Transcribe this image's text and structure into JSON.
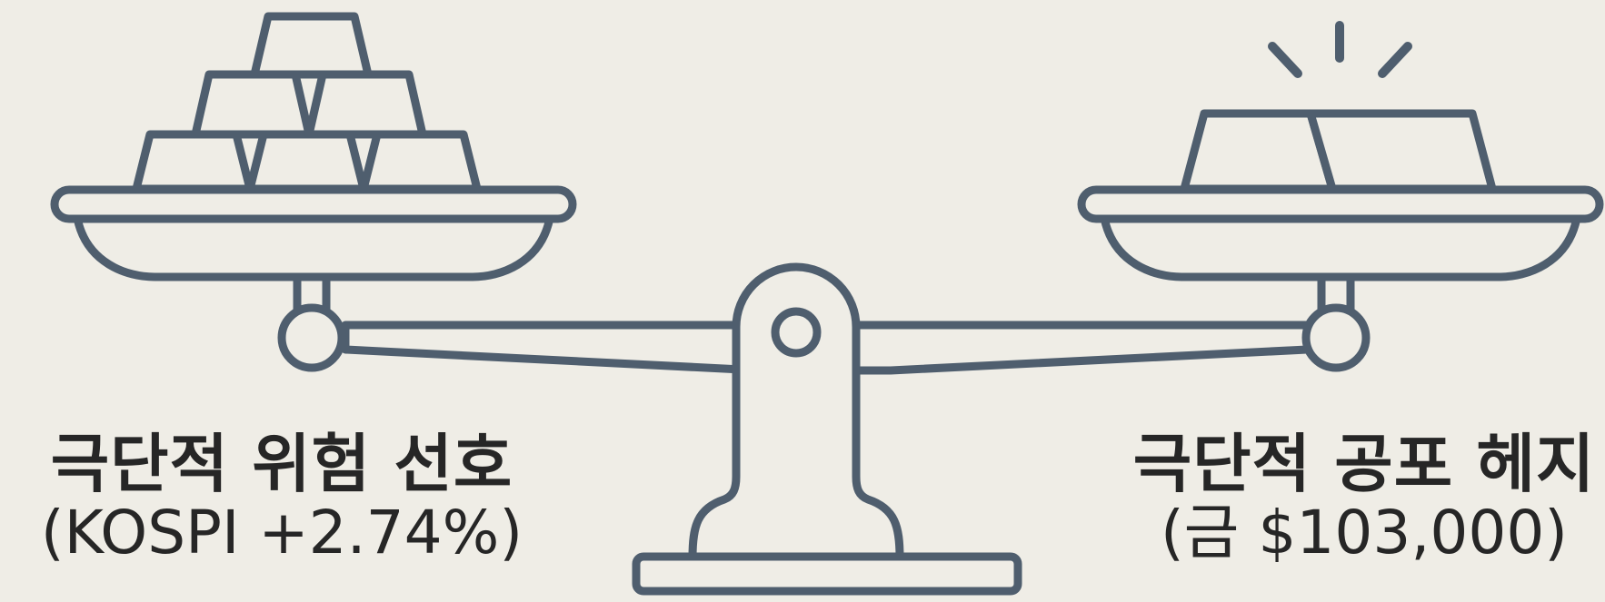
{
  "left_caption": {
    "title": "극단적 위험 선호",
    "detail": "(KOSPI +2.74%)"
  },
  "right_caption": {
    "title": "극단적 공포 헤지",
    "detail": "(금 $103,000)"
  },
  "colors": {
    "background": "#efede6",
    "stroke": "#4f5e6e",
    "text": "#262626"
  },
  "icons": {
    "scale": "balance-scale-icon",
    "left_pan_contents": "gold-bar-pyramid-icon",
    "right_pan_contents": "single-gold-bar-icon",
    "shine": "sparkle-icon"
  }
}
